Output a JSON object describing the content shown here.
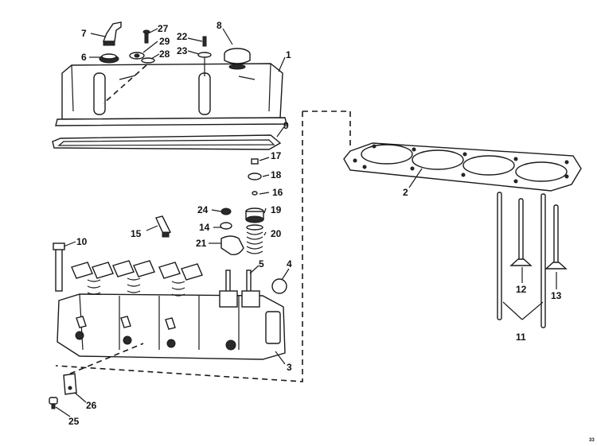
{
  "labels": {
    "l1": "1",
    "l2": "2",
    "l3": "3",
    "l4": "4",
    "l5": "5",
    "l6": "6",
    "l7": "7",
    "l8": "8",
    "l9": "9",
    "l10": "10",
    "l11": "11",
    "l12": "12",
    "l13": "13",
    "l14": "14",
    "l15": "15",
    "l16": "16",
    "l17": "17",
    "l18": "18",
    "l19": "19",
    "l20": "20",
    "l21": "21",
    "l22": "22",
    "l23": "23",
    "l24": "24",
    "l25": "25",
    "l26": "26",
    "l27": "27",
    "l28": "28",
    "l29": "29"
  },
  "page_number": "33"
}
